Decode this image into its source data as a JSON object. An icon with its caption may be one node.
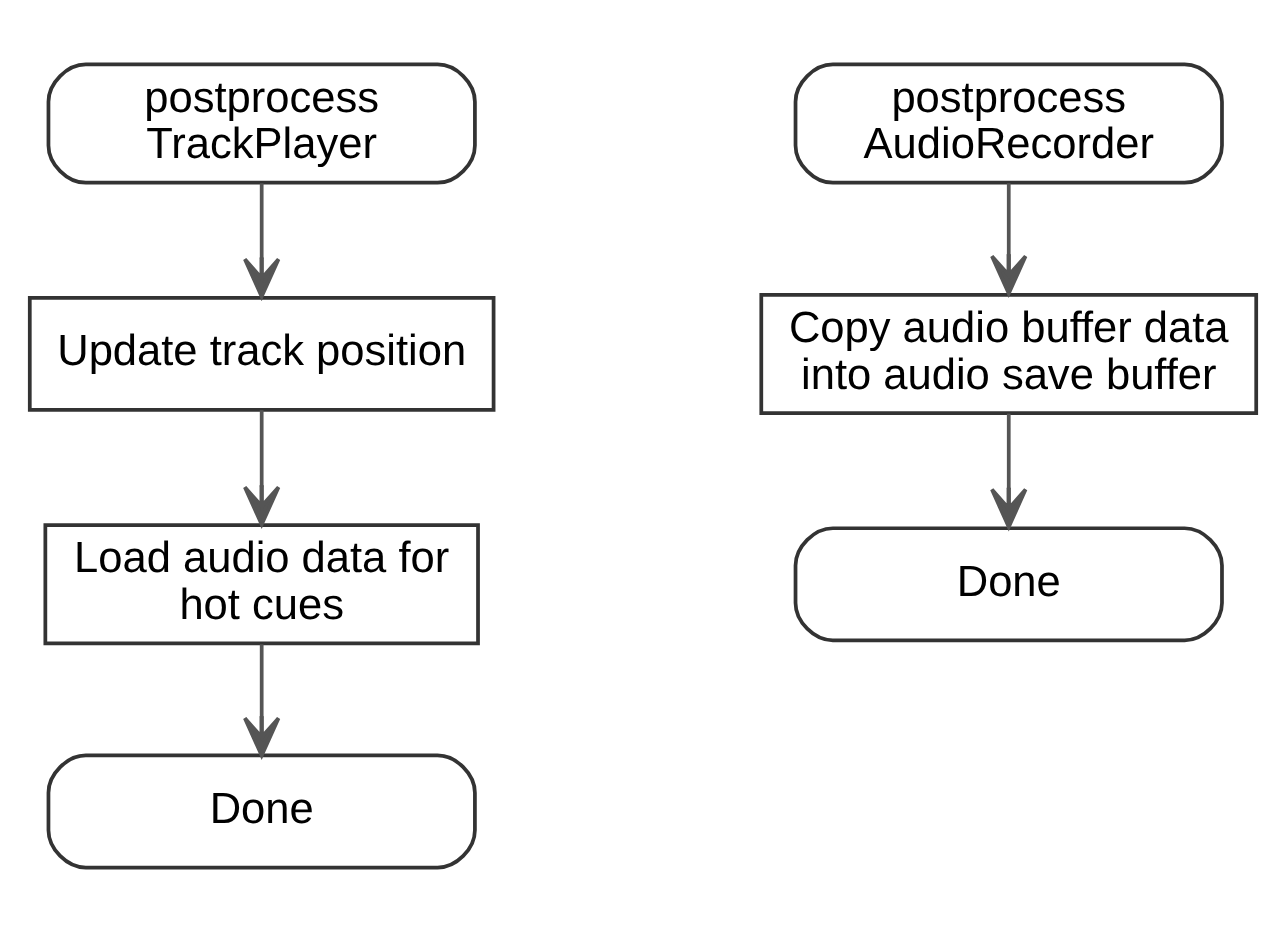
{
  "diagram": {
    "nodes": [
      {
        "text": [
          "postprocess TrackPlayer"
        ]
      },
      {
        "text": [
          "Update track position"
        ]
      },
      {
        "text": [
          "Load audio data for hot cues"
        ]
      },
      {
        "text": [
          "Done"
        ]
      },
      {
        "text": [
          "postprocess AudioRecorder"
        ]
      },
      {
        "text": [
          "Copy audio buffer data into audio save buffer"
        ]
      },
      {
        "text": [
          "Done"
        ]
      }
    ],
    "edges": [
      {
        "from": 0,
        "to": 1,
        "arrow": "to"
      },
      {
        "from": 1,
        "to": 2,
        "arrow": "to"
      },
      {
        "from": 2,
        "to": 3,
        "arrow": "to"
      },
      {
        "from": 4,
        "to": 5,
        "arrow": "to"
      },
      {
        "from": 5,
        "to": 6,
        "arrow": "to"
      }
    ]
  }
}
